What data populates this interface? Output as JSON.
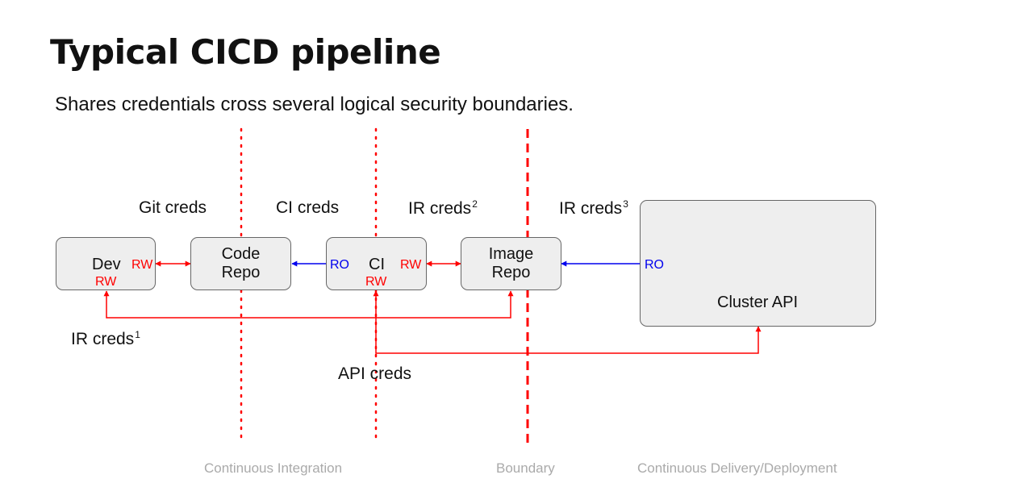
{
  "title": "Typical CICD pipeline",
  "subtitle": "Shares credentials cross several logical security boundaries.",
  "colors": {
    "red": "#ff0000",
    "blue": "#0000ee",
    "box_fill": "#eeeeee",
    "zone_text": "#aaaaaa"
  },
  "nodes": {
    "dev": {
      "label": "Dev",
      "tag_right": "RW",
      "tag_bottom": "RW"
    },
    "code_repo": {
      "label_line1": "Code",
      "label_line2": "Repo"
    },
    "ci": {
      "label": "CI",
      "tag_left": "RO",
      "tag_right": "RW",
      "tag_bottom": "RW"
    },
    "image_repo": {
      "label_line1": "Image",
      "label_line2": "Repo"
    },
    "cluster_api": {
      "label": "Cluster API",
      "tag_left": "RO"
    }
  },
  "credentials": {
    "git": {
      "label": "Git creds"
    },
    "ci": {
      "label": "CI creds"
    },
    "ir2": {
      "label": "IR creds",
      "sup": "2"
    },
    "ir3": {
      "label": "IR creds",
      "sup": "3"
    },
    "ir1": {
      "label": "IR creds",
      "sup": "1"
    },
    "api": {
      "label": "API creds"
    }
  },
  "zones": {
    "ci": "Continuous Integration",
    "boundary": "Boundary",
    "cd": "Continuous Delivery/Deployment"
  }
}
